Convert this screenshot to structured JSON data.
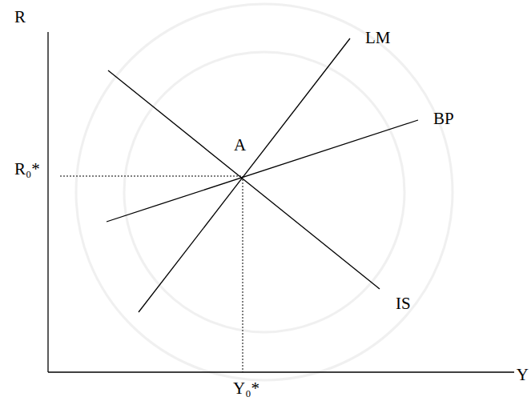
{
  "diagram": {
    "labels": [
      "R",
      "LM",
      "BP",
      "A",
      "R₀*",
      "IS",
      "Y₀*",
      "Y"
    ]
  }
}
